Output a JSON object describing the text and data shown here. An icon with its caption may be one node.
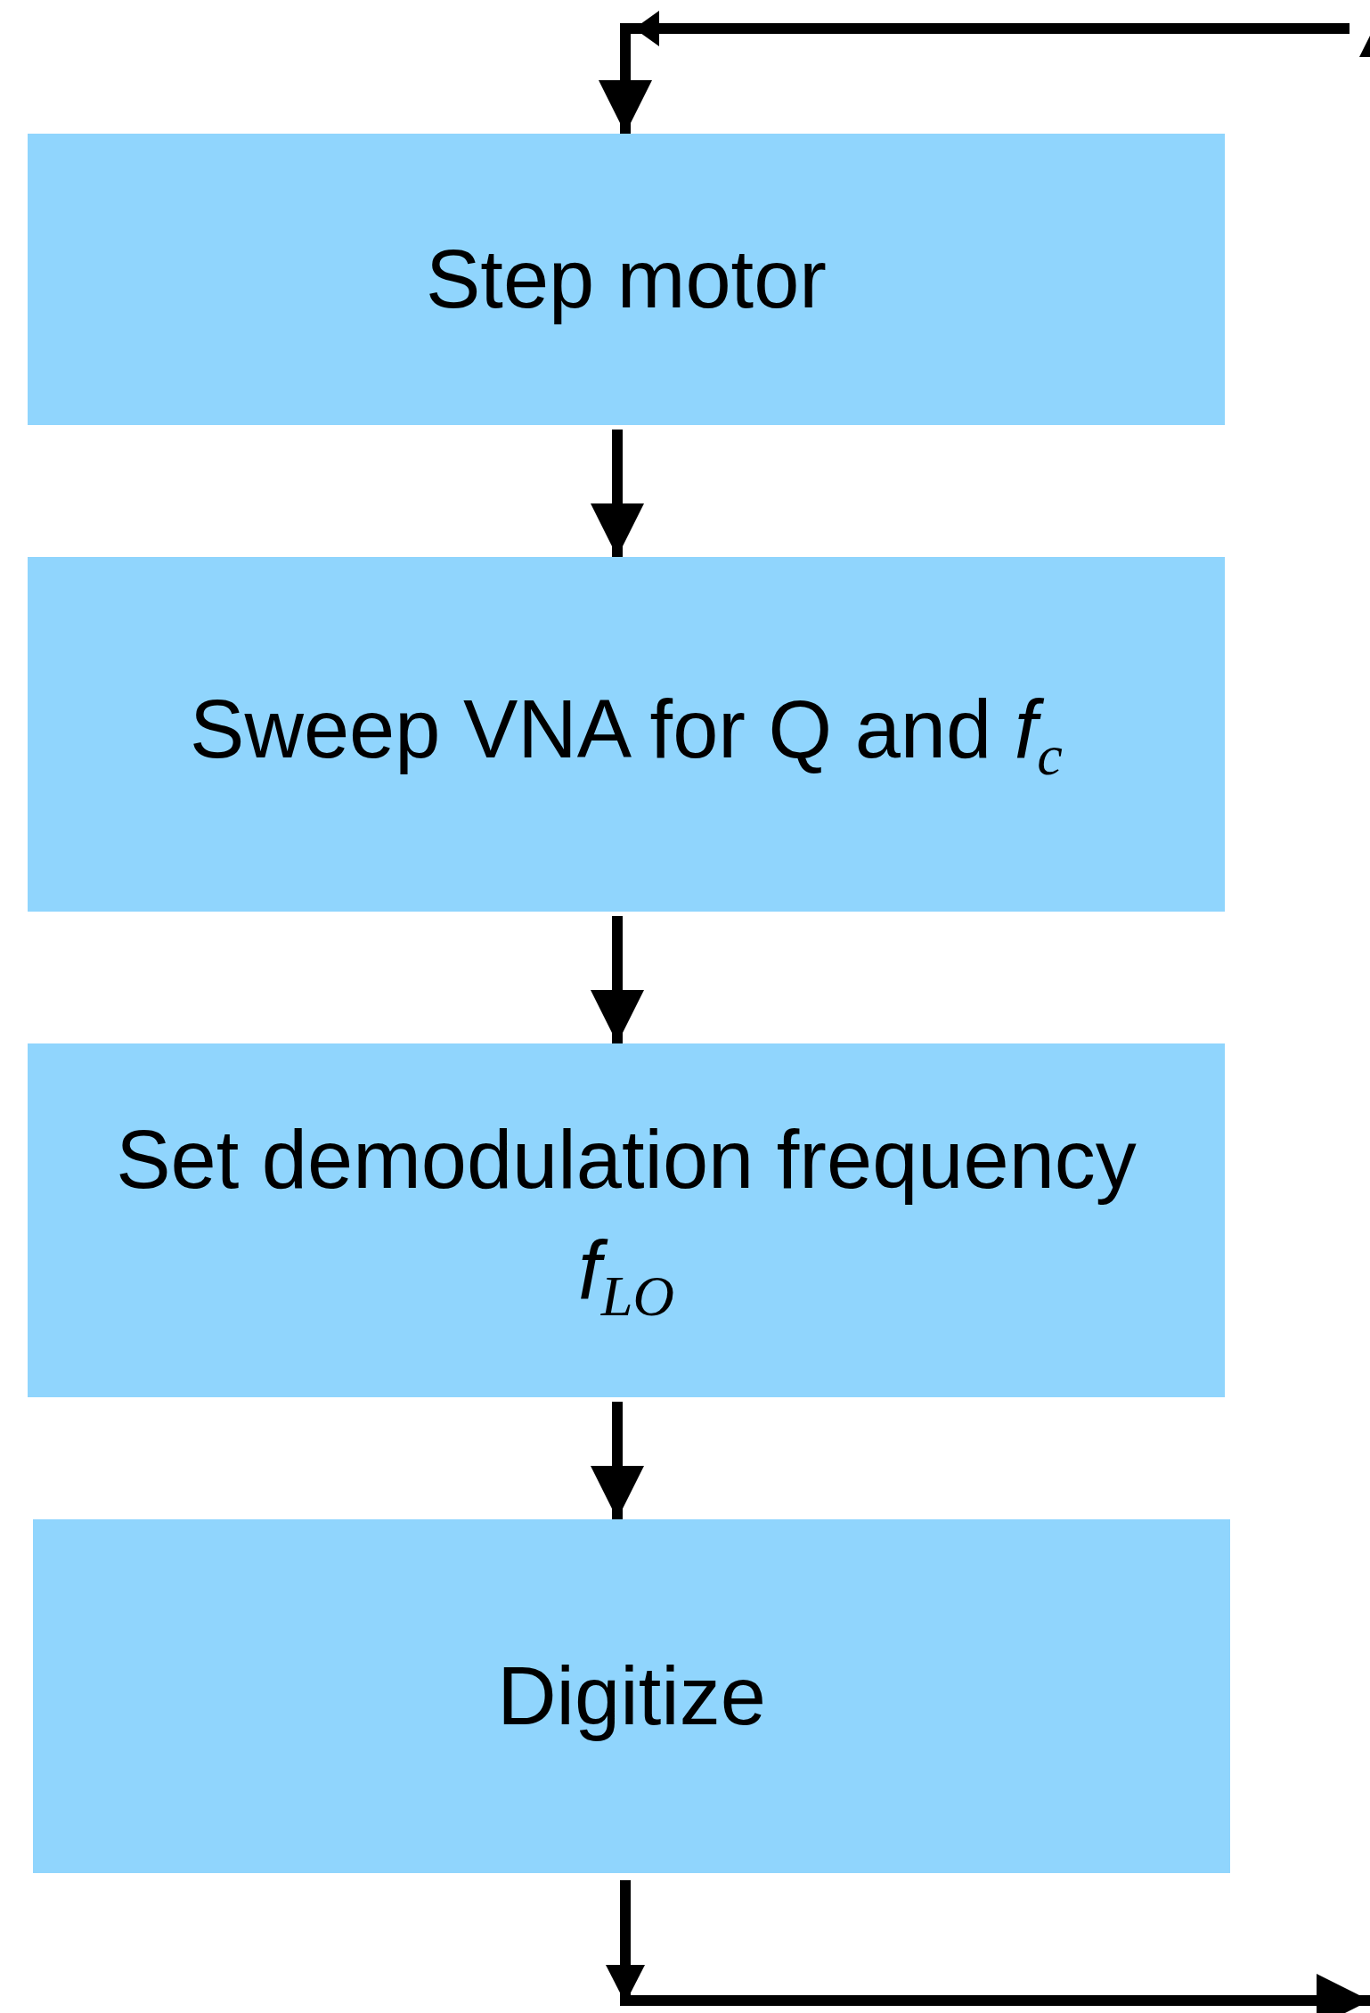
{
  "diagram": {
    "nodes": [
      {
        "text": [
          "Step motor"
        ]
      },
      {
        "text": [
          "Sweep VNA for Q and *f*$_{c}$"
        ]
      },
      {
        "text": [
          "Set demodulation frequency *f*$_{LO}$"
        ]
      },
      {
        "text": [
          "Digitize"
        ]
      }
    ],
    "edges": [
      {
        "from": null,
        "to": 0,
        "arrow": "to"
      },
      {
        "from": 0,
        "to": 1,
        "arrow": "to"
      },
      {
        "from": 1,
        "to": 2,
        "arrow": "to"
      },
      {
        "from": 2,
        "to": 3,
        "arrow": "to"
      },
      {
        "from": 3,
        "to": null,
        "arrow": "to"
      }
    ]
  }
}
